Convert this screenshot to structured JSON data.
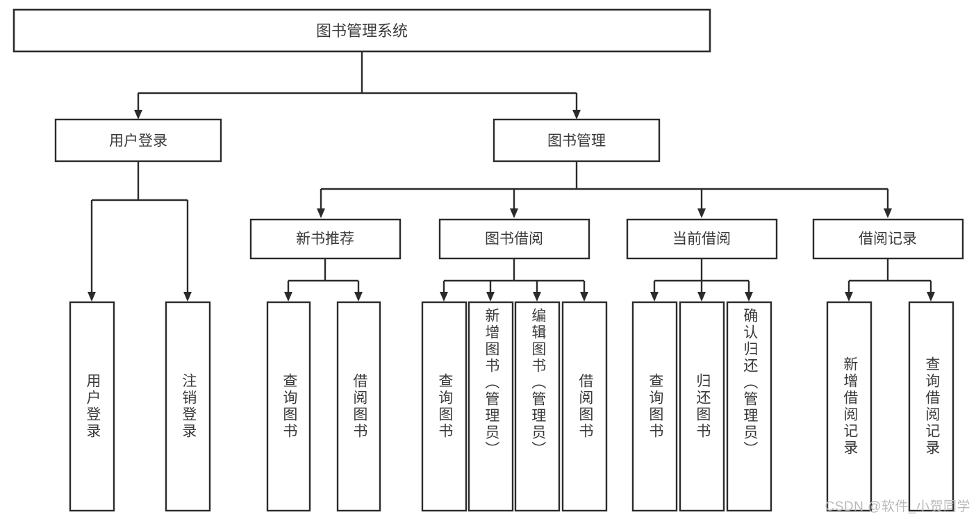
{
  "diagram": {
    "kind": "tree-hierarchy-chart",
    "background_color": "#ffffff",
    "line_color": "#2b2b2b",
    "text_color": "#3a3a3a",
    "root": {
      "label": "图书管理系统"
    },
    "level2": [
      {
        "label": "用户登录"
      },
      {
        "label": "图书管理"
      }
    ],
    "level3": [
      {
        "label": "新书推荐"
      },
      {
        "label": "图书借阅"
      },
      {
        "label": "当前借阅"
      },
      {
        "label": "借阅记录"
      }
    ],
    "leaves": [
      {
        "label": "用户登录",
        "parent": "用户登录"
      },
      {
        "label": "注销登录",
        "parent": "用户登录"
      },
      {
        "label": "查询图书",
        "parent": "新书推荐"
      },
      {
        "label": "借阅图书",
        "parent": "新书推荐"
      },
      {
        "label": "查询图书",
        "parent": "图书借阅"
      },
      {
        "label": "新增图书（管理员）",
        "parent": "图书借阅"
      },
      {
        "label": "编辑图书（管理员）",
        "parent": "图书借阅"
      },
      {
        "label": "借阅图书",
        "parent": "图书借阅"
      },
      {
        "label": "查询图书",
        "parent": "当前借阅"
      },
      {
        "label": "归还图书",
        "parent": "当前借阅"
      },
      {
        "label": "确认归还（管理员）",
        "parent": "当前借阅"
      },
      {
        "label": "新增借阅记录",
        "parent": "借阅记录"
      },
      {
        "label": "查询借阅记录",
        "parent": "借阅记录"
      }
    ]
  },
  "watermark": {
    "text": "CSDN @软件_小贺同学"
  }
}
